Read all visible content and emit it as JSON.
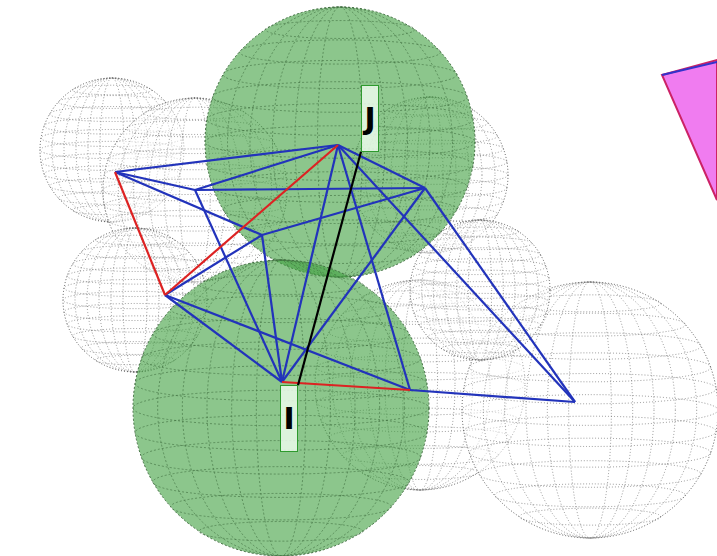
{
  "diagram": {
    "nodes": [
      {
        "text": [
          "J"
        ]
      },
      {
        "text": [
          "I"
        ]
      }
    ],
    "edges": [
      {
        "from": 0,
        "to": 1,
        "arrow": "none"
      }
    ]
  }
}
